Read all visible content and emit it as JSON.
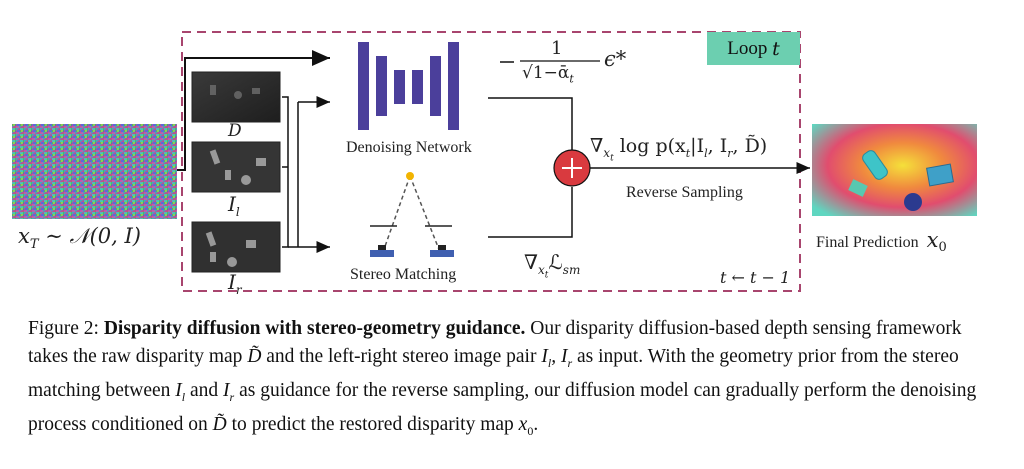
{
  "figure": {
    "loop_label": "Loop",
    "loop_var": "t",
    "update_label": "t ← t − 1",
    "input_label": "x",
    "input_sub": "T",
    "input_dist": " ∼ 𝒩(0, I)",
    "thumb_labels": {
      "raw": "D̃",
      "left": "I",
      "left_sub": "l",
      "right": "I",
      "right_sub": "r"
    },
    "denoising_label": "Denoising Network",
    "stereo_label": "Stereo Matching",
    "eps_term": "ϵ*",
    "eps_num": "1",
    "eps_den": "√1−ᾱ",
    "eps_den_sub": "t",
    "score_term": "∇",
    "score_sub": "x",
    "score_sub2": "t",
    "score_rest": " log p(x",
    "score_rest2": "|I",
    "score_l": "l",
    "score_comma": ", I",
    "score_r": "r",
    "score_end": ", D̃)",
    "guide_grad": "∇",
    "guide_sub": "x",
    "guide_sub2": "t",
    "guide_L": "ℒ",
    "guide_Lsub": "sm",
    "reverse_label": "Reverse Sampling",
    "final_label": "Final Prediction",
    "final_var": "x",
    "final_sub": "0"
  },
  "caption": {
    "prefix": "Figure 2: ",
    "title": "Disparity diffusion with stereo-geometry guidance.",
    "line1_rest": " Our disparity diffusion-based depth",
    "line2": "sensing framework takes the raw disparity map ",
    "line2_b": " and the left-right stereo image pair ",
    "line2_c": " as input.",
    "line3": "With the geometry prior from the stereo matching between ",
    "line3_and": " and ",
    "line3_rest": " as guidance for the reverse",
    "line4": "sampling, our diffusion model can gradually perform the denoising process conditioned on ",
    "line4_to": " to",
    "line5": "predict the restored disparity map ",
    "line5_end": ".",
    "sym_D": "D̃",
    "sym_Il": "I",
    "sym_l": "l",
    "sym_Ir": "I",
    "sym_r": "r",
    "sym_x": "x",
    "sym_0": "0",
    "sym_pair": "I",
    "sym_pair_l": "l",
    "sym_pair_comma": ", I",
    "sym_pair_r": "r"
  },
  "colors": {
    "loop_border": "#a8456e",
    "loop_fill": "#6ccfb0",
    "network": "#4b3f9b",
    "sum_node": "#d93a3f",
    "stereo_base": "#3f5fb0",
    "apex": "#f2b400"
  }
}
